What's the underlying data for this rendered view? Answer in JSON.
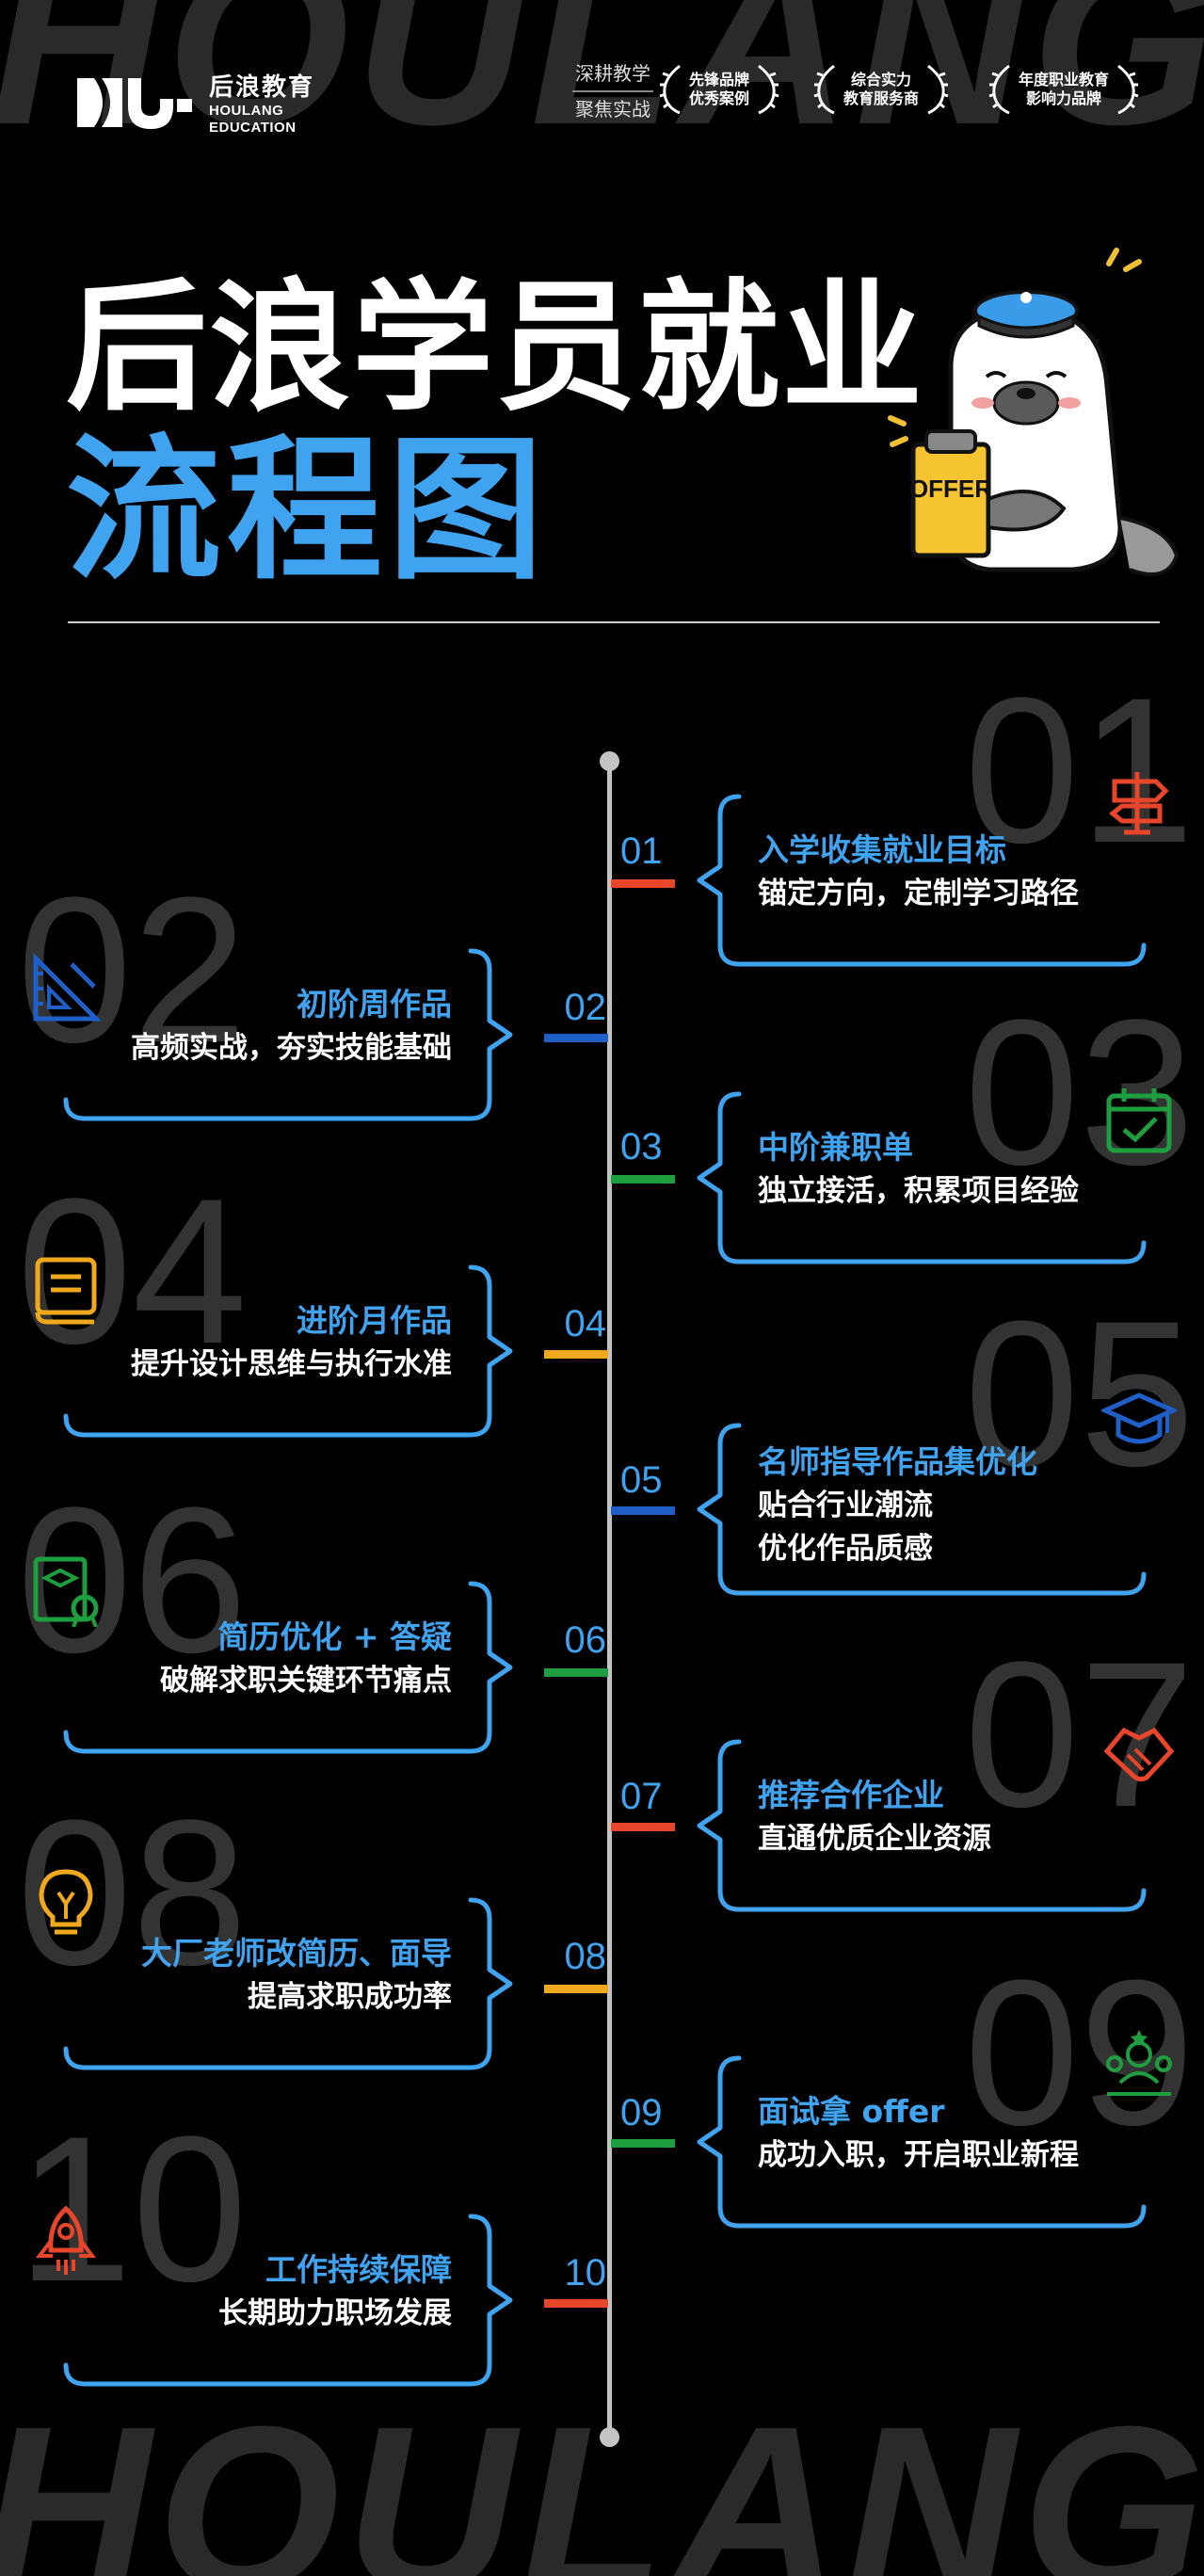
{
  "watermark": {
    "top": "HOULANG",
    "bottom": "HOULANG"
  },
  "brand": {
    "name_cn": "后浪教育",
    "name_en_1": "HOULANG",
    "name_en_2": "EDUCATION"
  },
  "slogan": {
    "line1": "深耕教学",
    "line2": "聚焦实战"
  },
  "awards": [
    {
      "tag": "",
      "line1": "先锋品牌",
      "line2": "优秀案例"
    },
    {
      "tag": "",
      "line1": "综合实力",
      "line2": "教育服务商"
    },
    {
      "tag": "",
      "line1": "年度职业教育",
      "line2": "影响力品牌"
    }
  ],
  "title": {
    "line1": "后浪学员就业",
    "line2": "流程图"
  },
  "mascot": {
    "sign": "OFFER"
  },
  "steps": [
    {
      "num": "01",
      "big": "01",
      "title": "入学收集就业目标",
      "desc": [
        "锚定方向，定制学习路径"
      ],
      "color": "#e8462b",
      "icon": "signpost-icon"
    },
    {
      "num": "02",
      "big": "02",
      "title": "初阶周作品",
      "desc": [
        "高频实战，夯实技能基础"
      ],
      "color": "#1f5fc8",
      "icon": "ruler-triangle-icon"
    },
    {
      "num": "03",
      "big": "03",
      "title": "中阶兼职单",
      "desc": [
        "独立接活，积累项目经验"
      ],
      "color": "#1e9e3e",
      "icon": "calendar-check-icon"
    },
    {
      "num": "04",
      "big": "04",
      "title": "进阶月作品",
      "desc": [
        "提升设计思维与执行水准"
      ],
      "color": "#f0a81e",
      "icon": "book-icon"
    },
    {
      "num": "05",
      "big": "05",
      "title": "名师指导作品集优化",
      "desc": [
        "贴合行业潮流",
        "优化作品质感"
      ],
      "color": "#1f5fc8",
      "icon": "graduation-cap-icon"
    },
    {
      "num": "06",
      "big": "06",
      "title": "简历优化 + 答疑",
      "desc": [
        "破解求职关键环节痛点"
      ],
      "color": "#1e9e3e",
      "icon": "certificate-icon"
    },
    {
      "num": "07",
      "big": "07",
      "title": "推荐合作企业",
      "desc": [
        "直通优质企业资源"
      ],
      "color": "#e8462b",
      "icon": "handshake-icon"
    },
    {
      "num": "08",
      "big": "08",
      "title": "大厂老师改简历、面导",
      "desc": [
        "提高求职成功率"
      ],
      "color": "#f0a81e",
      "icon": "lightbulb-icon"
    },
    {
      "num": "09",
      "big": "09",
      "title": "面试拿 offer",
      "desc": [
        "成功入职，开启职业新程"
      ],
      "color": "#1e9e3e",
      "icon": "team-award-icon"
    },
    {
      "num": "10",
      "big": "10",
      "title": "工作持续保障",
      "desc": [
        "长期助力职场发展"
      ],
      "color": "#e8462b",
      "icon": "rocket-icon"
    }
  ]
}
